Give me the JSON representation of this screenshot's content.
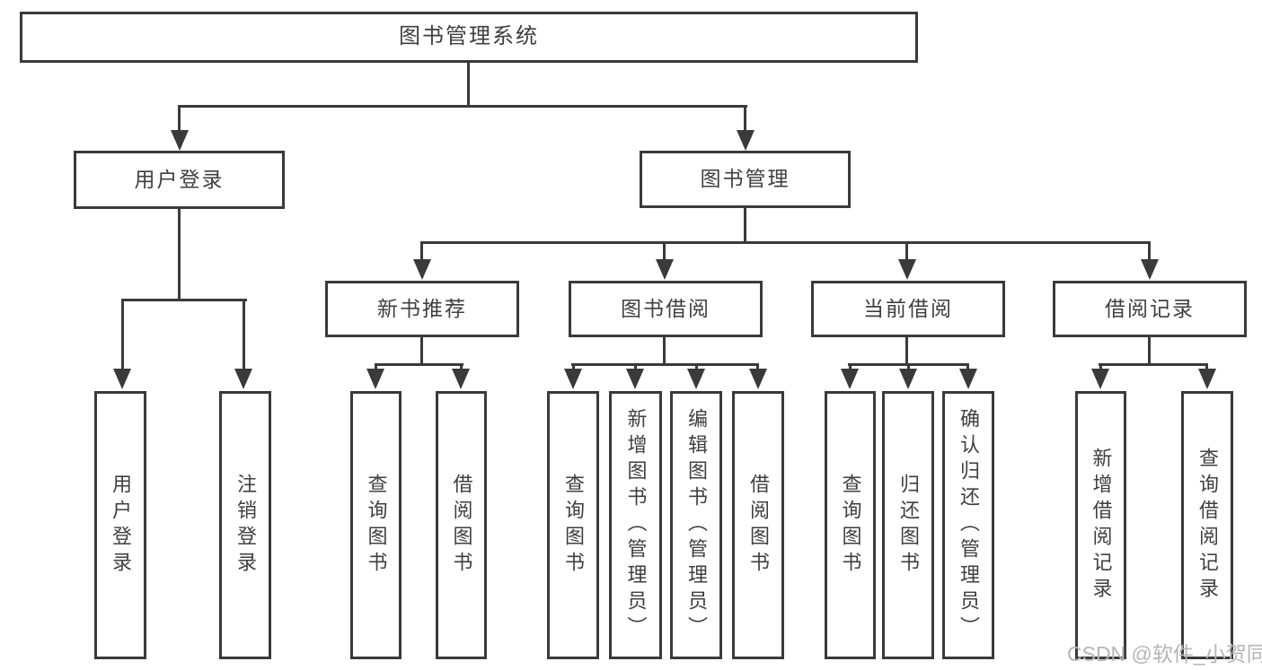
{
  "diagram": {
    "title": "图书管理系统",
    "level2": {
      "user_login": "用户登录",
      "book_mgmt": "图书管理"
    },
    "level3": {
      "new_book_rec": "新书推荐",
      "book_borrow": "图书借阅",
      "current_borrow": "当前借阅",
      "borrow_records": "借阅记录"
    },
    "leaves": {
      "user_login_leaf": "用户登录",
      "logout_leaf": "注销登录",
      "nb_query": "查询图书",
      "nb_borrow": "借阅图书",
      "bb_query": "查询图书",
      "bb_add": "新增图书（管理员）",
      "bb_edit": "编辑图书（管理员）",
      "bb_borrow": "借阅图书",
      "cb_query": "查询图书",
      "cb_return": "归还图书",
      "cb_confirm": "确认归还（管理员）",
      "br_add": "新增借阅记录",
      "br_query": "查询借阅记录"
    },
    "watermark": "CSDN @软件_小贺同学",
    "colors": {
      "line": "#3a3a3a",
      "text": "#3f3f3f",
      "watermark": "#b5b5b5",
      "background": "#ffffff"
    }
  }
}
